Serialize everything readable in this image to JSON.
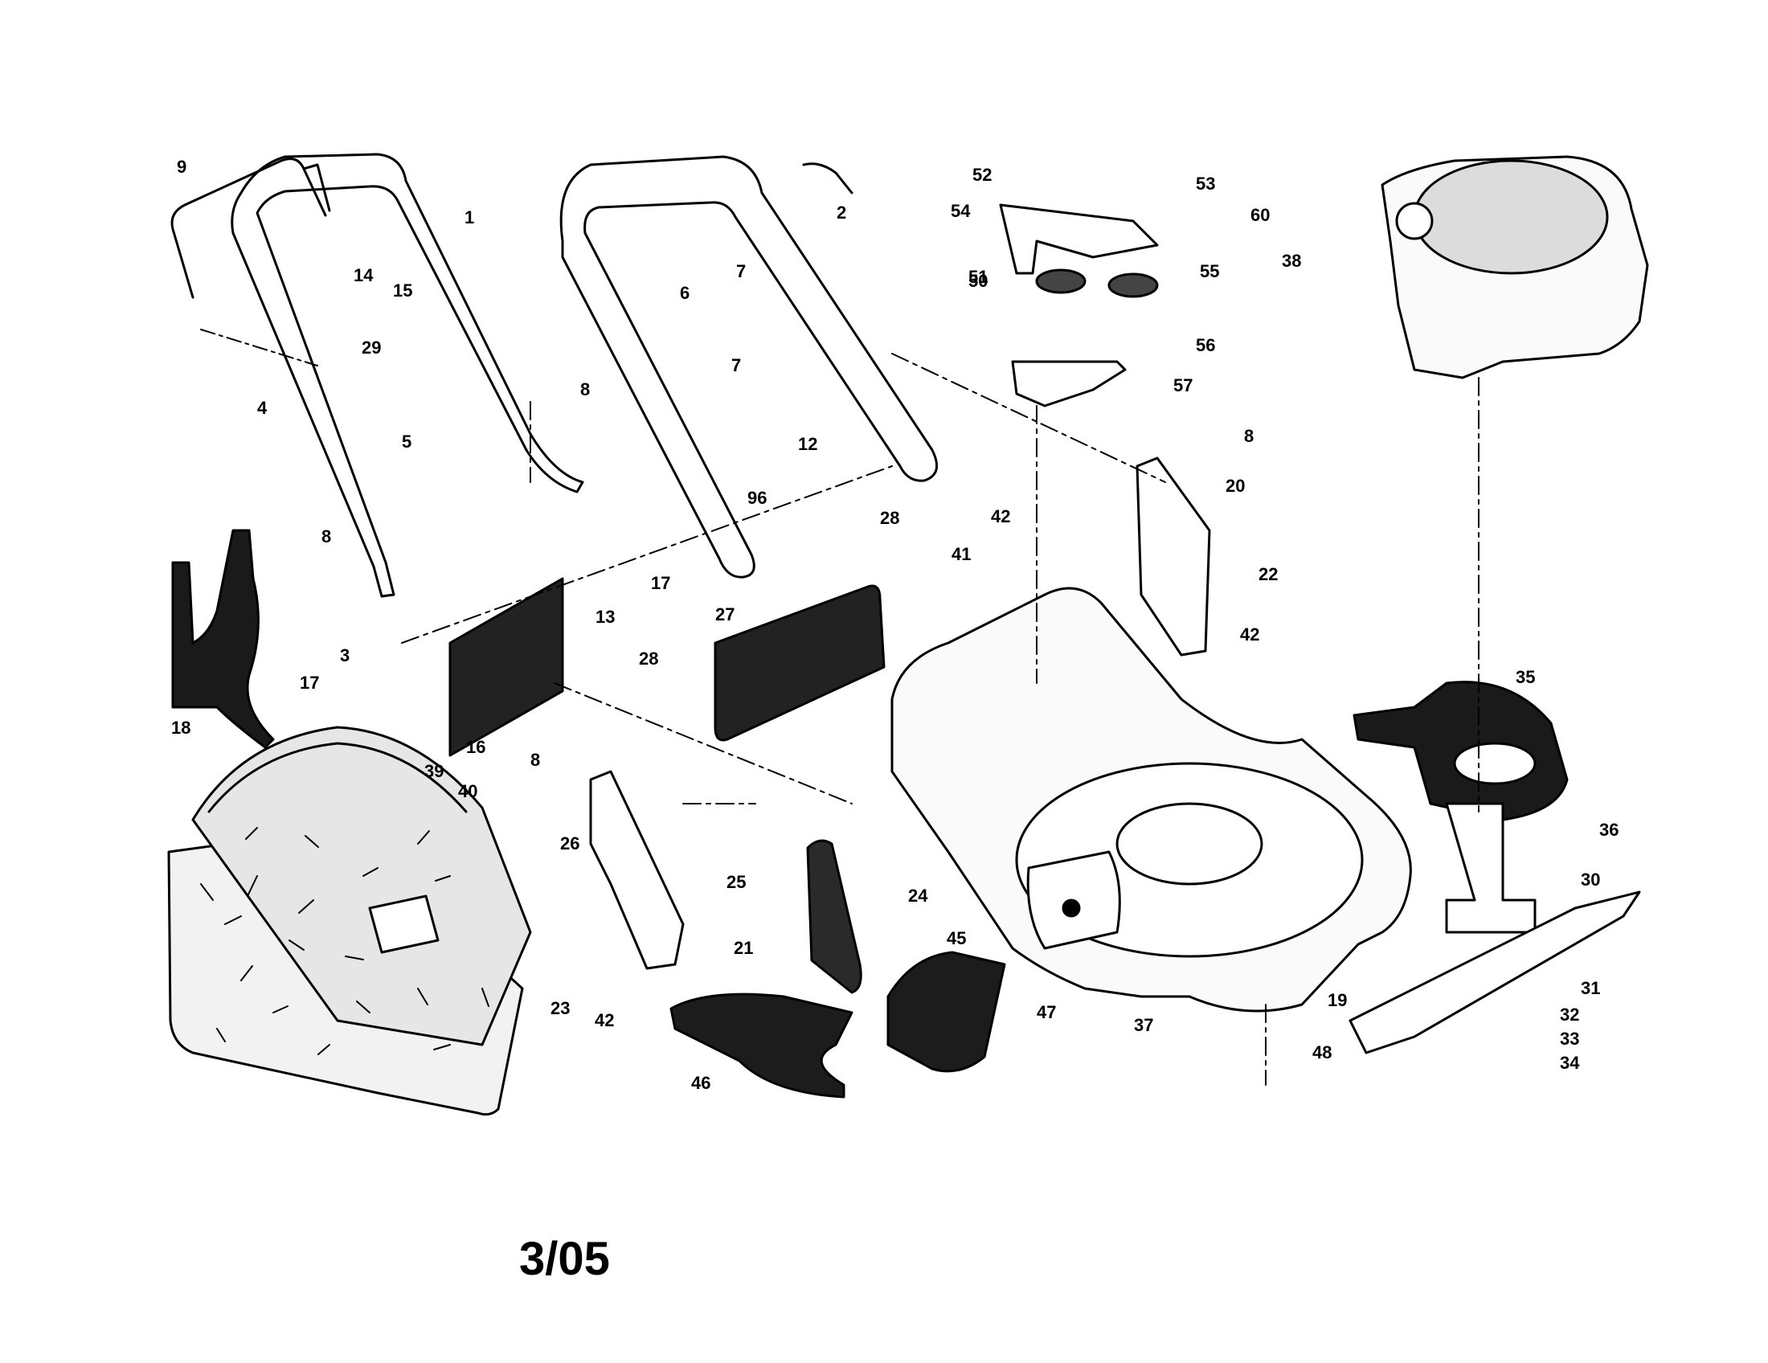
{
  "footer": {
    "date_code": "3/05"
  },
  "colors": {
    "ink": "#000000",
    "paper": "#ffffff"
  },
  "parts": {
    "handle_upper_left": "1",
    "handle_upper_right": "2",
    "spring": "3",
    "knob_lower": "4",
    "spacer": "5",
    "cable_clip": "6",
    "bolt_handle": "7",
    "knob": "8",
    "control_bar": "9",
    "hairpin_clip": "12",
    "torsion_spring": "13",
    "nut": "14",
    "cable_tie": "15",
    "rear_door": "16",
    "rod": "17",
    "mulch_plug": "18",
    "deck": "19",
    "height_bracket_right": "20",
    "height_bracket_left": "21",
    "bolt_22": "22",
    "bolt_23": "23",
    "nut_24": "24",
    "side_door": "25",
    "bolt_26": "26",
    "hinge_door": "27",
    "bolt_28": "28",
    "cable_guide": "29",
    "blade_adapter": "30",
    "blade": "31",
    "washer_32": "32",
    "washer_33": "33",
    "blade_bolt": "34",
    "baffle": "35",
    "screw_36": "36",
    "bolt_37": "37",
    "engine": "38",
    "bag_frame": "39",
    "grass_bag": "40",
    "plate_41": "41",
    "bolt_42": "42",
    "chute_45": "45",
    "chute_46": "46",
    "washer_47": "47",
    "bracket_48": "48",
    "bolt_50": "50",
    "pulley_51": "51",
    "nut_52": "52",
    "nut_53": "53",
    "plate_54": "54",
    "pulley_55": "55",
    "bolt_56": "56",
    "bracket_57": "57",
    "spring_60": "60",
    "cable_clip_96": "96"
  }
}
